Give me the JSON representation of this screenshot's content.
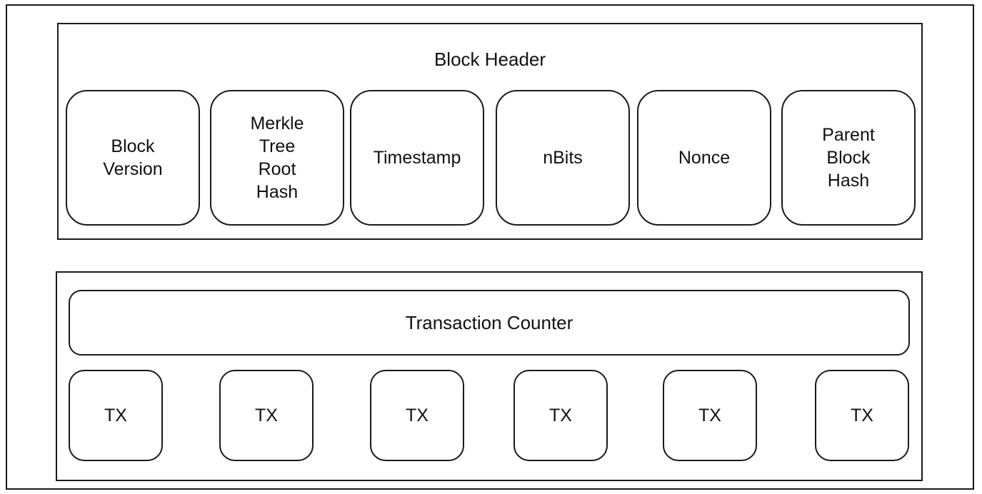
{
  "block_header": {
    "title": "Block Header",
    "fields": [
      "Block\nVersion",
      "Merkle\nTree\nRoot\nHash",
      "Timestamp",
      "nBits",
      "Nonce",
      "Parent\nBlock\nHash"
    ]
  },
  "block_body": {
    "counter_label": "Transaction Counter",
    "transactions": [
      "TX",
      "TX",
      "TX",
      "TX",
      "TX",
      "TX"
    ]
  }
}
